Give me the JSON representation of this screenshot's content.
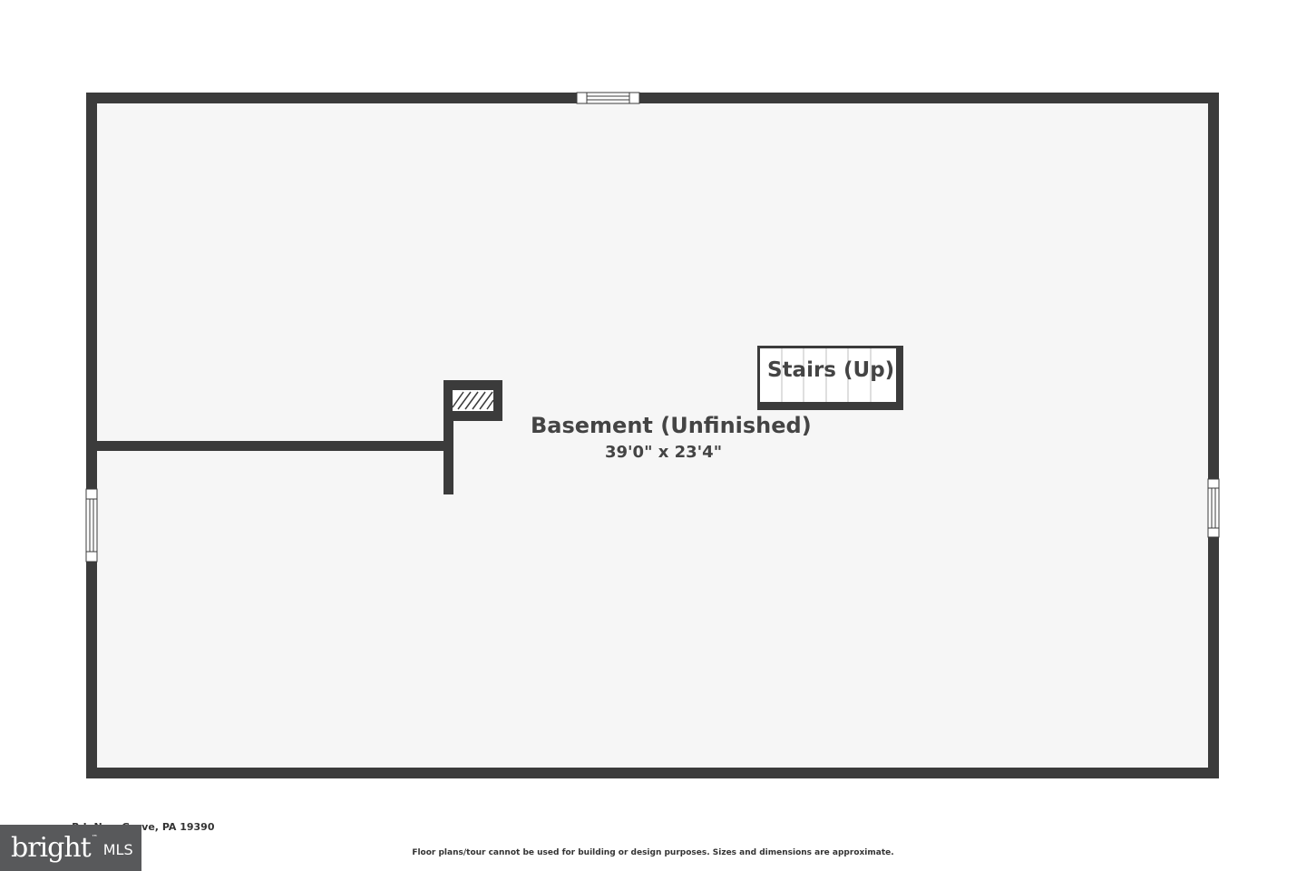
{
  "room": {
    "name": "Basement (Unfinished)",
    "dimensions": "39'0\" x 23'4\""
  },
  "stairs": {
    "label": "Stairs (Up)"
  },
  "footer": {
    "address": "___ ______ Rd, New Grove, PA 19390",
    "disclaimer": "Floor plans/tour cannot be used for building or design purposes. Sizes and dimensions are approximate."
  },
  "logo": {
    "brand": "bright",
    "trademark": "™",
    "suffix": "MLS"
  },
  "colors": {
    "wall": "#3b3b3b",
    "floor": "#f6f6f6",
    "label": "#444444",
    "logo_bg": "#58595b"
  }
}
